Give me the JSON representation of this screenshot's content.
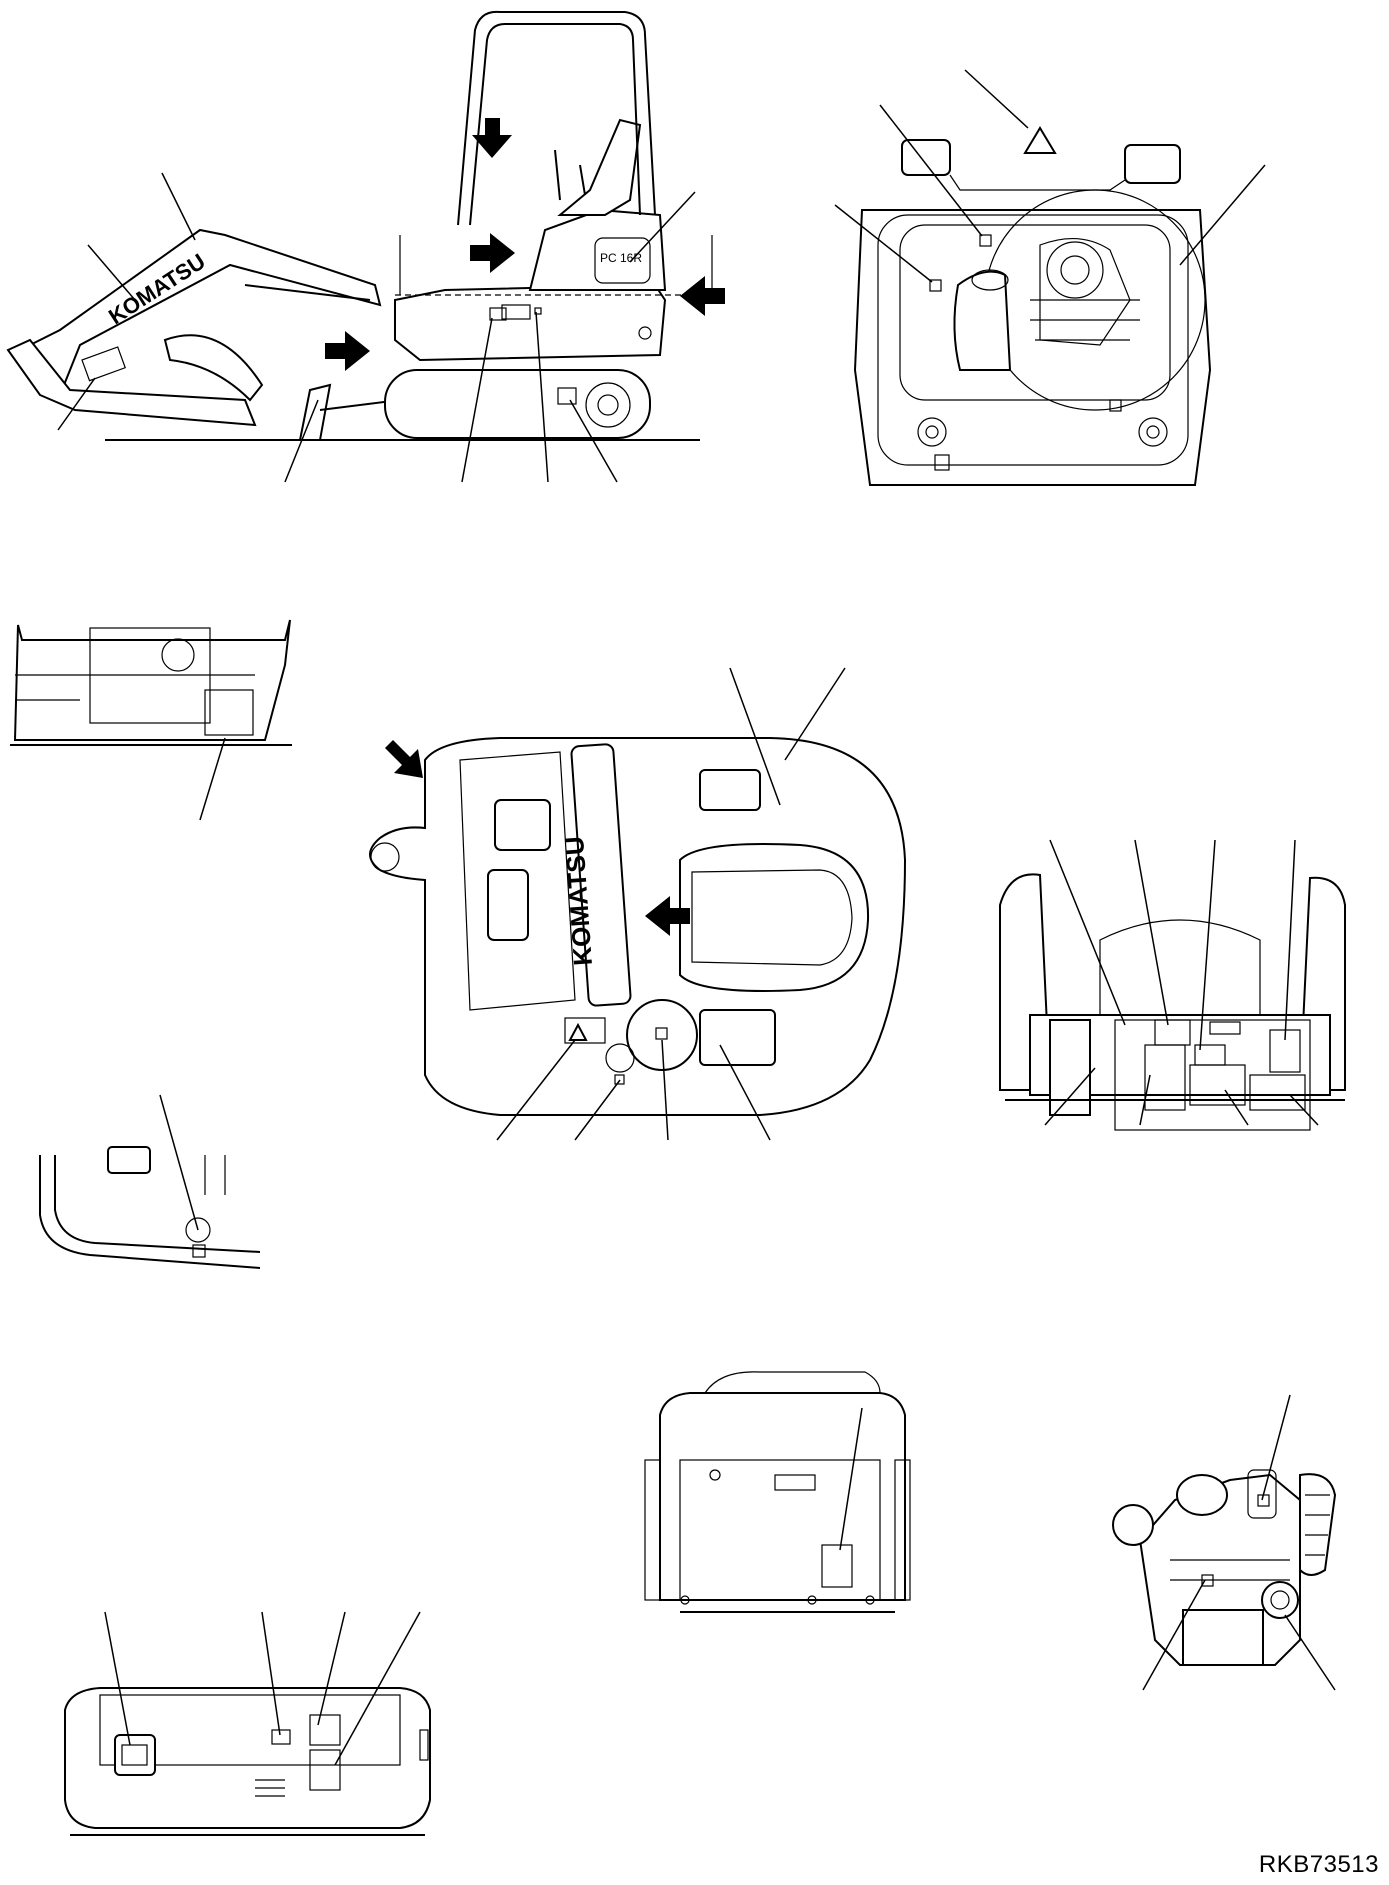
{
  "figure_code": "RKB73513",
  "brand_boom": "KOMATSU",
  "brand_hood": "KOMATSU",
  "model_badge": "PC 16R",
  "views": [
    "side-view",
    "rear-view",
    "engine-hood-side",
    "floor-detail",
    "top-view",
    "control-panel-view",
    "battery-cover-view",
    "engine-view",
    "front-undercover-view"
  ]
}
